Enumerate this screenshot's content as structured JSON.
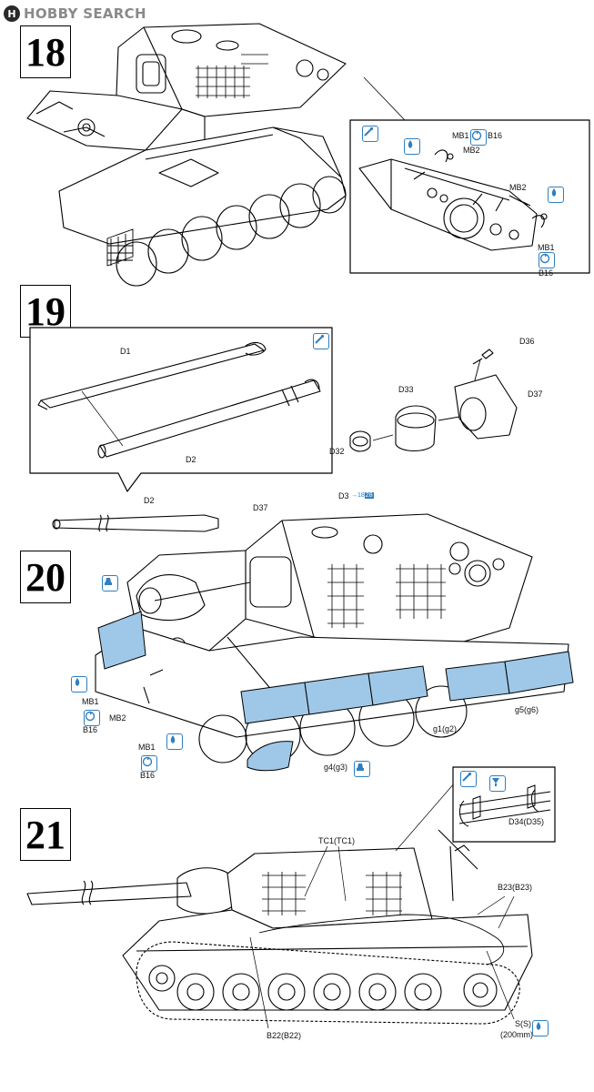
{
  "watermark": {
    "logo": "H",
    "text": "HOBBY SEARCH"
  },
  "steps": {
    "s18": "18",
    "s19": "19",
    "s20": "20",
    "s21": "21"
  },
  "labels": {
    "mb1_18": "MB1",
    "b16_18": "B16",
    "mb2_18a": "MB2",
    "mb2_18b": "MB2",
    "mb1_18b": "MB1",
    "b16_18b": "B16",
    "d1": "D1",
    "d2": "D2",
    "d2b": "D2",
    "d36": "D36",
    "d33": "D33",
    "d37": "D37",
    "d32": "D32",
    "d37b": "D37",
    "d3": "D3",
    "d3_ref": "→18",
    "d3_ref_box": "28",
    "mb1_20a": "MB1",
    "b16_20a": "B16",
    "mb2_20": "MB2",
    "mb1_20b": "MB1",
    "b16_20b": "B16",
    "g5": "g5(g6)",
    "g1": "g1(g2)",
    "g4": "g4(g3)",
    "tc1": "TC1(TC1)",
    "d34": "D34(D35)",
    "b23": "B23(B23)",
    "b22": "B22(B22)",
    "ss": "S(S)",
    "ss_len": "(200mm)"
  },
  "icons": [
    "glue-icon",
    "cement-icon",
    "paint-icon",
    "flip-icon"
  ],
  "colors": {
    "accent": "#2f7fc1",
    "armor": "#9fc8e8",
    "line": "#000000",
    "watermark": "#8a8a8a"
  }
}
